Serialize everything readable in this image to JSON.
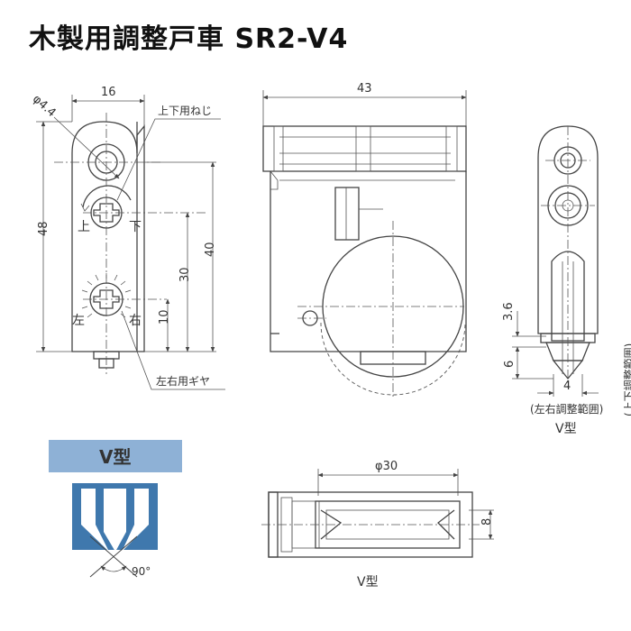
{
  "title": "木製用調整戸車 SR2-V4",
  "front_view": {
    "dia_label": "φ4.4",
    "width": "16",
    "height": "48",
    "dim_40": "40",
    "dim_30": "30",
    "dim_10": "10",
    "screw_label": "上下用ねじ",
    "up": "上",
    "down": "下",
    "left": "左",
    "right": "右",
    "gear_label": "左右用ギヤ"
  },
  "side_view": {
    "width": "43"
  },
  "end_view": {
    "dim_36": "3.6",
    "dim_6": "6",
    "dim_4": "4",
    "vertical_range": "(上下調整範囲)",
    "horizontal_range": "(左右調整範囲)",
    "type": "V型"
  },
  "badge": {
    "label": "V型",
    "angle": "90°",
    "colors": {
      "header": "#8eb1d6",
      "body": "#3f78ad"
    }
  },
  "bottom_view": {
    "dia": "φ30",
    "dim_8": "8",
    "type": "V型"
  }
}
